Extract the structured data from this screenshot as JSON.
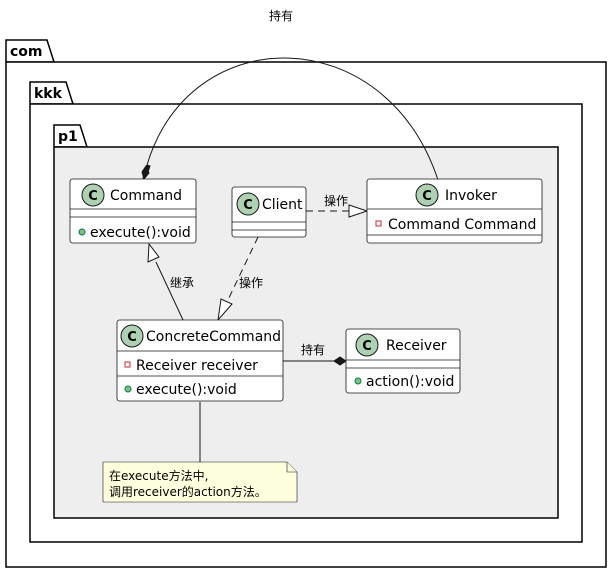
{
  "packages": [
    {
      "id": "com",
      "name": "com"
    },
    {
      "id": "kkk",
      "name": "kkk"
    },
    {
      "id": "p1",
      "name": "p1"
    }
  ],
  "classes": {
    "command": {
      "name": "Command",
      "attributes": [],
      "methods": [
        {
          "visibility": "public",
          "text": "execute():void"
        }
      ]
    },
    "client": {
      "name": "Client",
      "attributes": [],
      "methods": []
    },
    "invoker": {
      "name": "Invoker",
      "attributes": [
        {
          "visibility": "private",
          "text": "Command Command"
        }
      ],
      "methods": []
    },
    "concrete_command": {
      "name": "ConcreteCommand",
      "attributes": [
        {
          "visibility": "private",
          "text": "Receiver receiver"
        }
      ],
      "methods": [
        {
          "visibility": "public",
          "text": "execute():void"
        }
      ]
    },
    "receiver": {
      "name": "Receiver",
      "attributes": [],
      "methods": [
        {
          "visibility": "public",
          "text": "action():void"
        }
      ]
    }
  },
  "relations": {
    "invoker_command": {
      "type": "composition",
      "from": "Invoker",
      "to": "Command",
      "label": "持有"
    },
    "client_invoker": {
      "type": "realization",
      "from": "Client",
      "to": "Invoker",
      "label": "操作"
    },
    "concrete_command": {
      "type": "generalization",
      "from": "ConcreteCommand",
      "to": "Command",
      "label": "继承"
    },
    "client_concrete": {
      "type": "realization",
      "from": "Client",
      "to": "ConcreteCommand",
      "label": "操作"
    },
    "concrete_receiver": {
      "type": "composition",
      "from": "ConcreteCommand",
      "to": "Receiver",
      "label": "持有"
    }
  },
  "note": {
    "lines": [
      "在execute方法中,",
      "调用receiver的action方法。"
    ]
  },
  "colors": {
    "package_com": "#FFFFFF",
    "package_kkk": "#FFFFFF",
    "package_p1": "#EEEEEE",
    "class_fill": "#FEFEFE",
    "class_badge": "#ADD1B2",
    "note_fill": "#FEFFDD",
    "public_marker": "#84BE84",
    "private_marker": "#C82930"
  }
}
